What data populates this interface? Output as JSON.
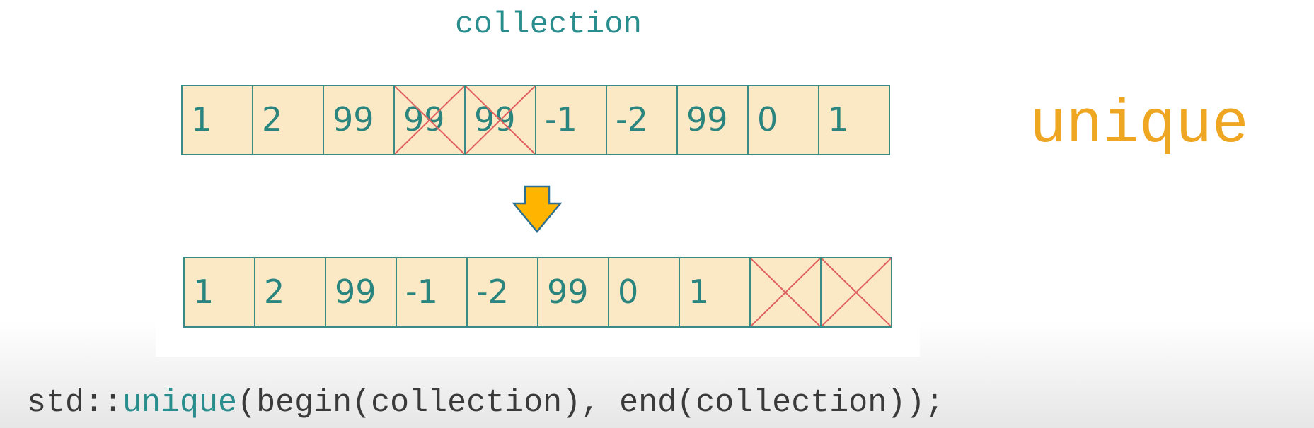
{
  "diagram": {
    "title": "collection",
    "algorithm_label": "unique",
    "before": [
      {
        "value": "1",
        "removed": false
      },
      {
        "value": "2",
        "removed": false
      },
      {
        "value": "99",
        "removed": false
      },
      {
        "value": "99",
        "removed": true
      },
      {
        "value": "99",
        "removed": true
      },
      {
        "value": "-1",
        "removed": false
      },
      {
        "value": "-2",
        "removed": false
      },
      {
        "value": "99",
        "removed": false
      },
      {
        "value": "0",
        "removed": false
      },
      {
        "value": "1",
        "removed": false
      }
    ],
    "after": [
      {
        "value": "1",
        "removed": false
      },
      {
        "value": "2",
        "removed": false
      },
      {
        "value": "99",
        "removed": false
      },
      {
        "value": "-1",
        "removed": false
      },
      {
        "value": "-2",
        "removed": false
      },
      {
        "value": "99",
        "removed": false
      },
      {
        "value": "0",
        "removed": false
      },
      {
        "value": "1",
        "removed": false
      },
      {
        "value": "",
        "removed": true
      },
      {
        "value": "",
        "removed": true
      }
    ],
    "arrow_icon": "down-arrow-icon",
    "code": {
      "prefix": "std::",
      "function": "unique",
      "args": "(begin(collection), end(collection));"
    },
    "colors": {
      "cell_fill": "#fbe9c6",
      "cell_border": "#3a8a86",
      "cell_text": "#2b857f",
      "cross": "#e0605f",
      "title": "#2a8d8d",
      "algorithm": "#efa623",
      "arrow": "#ffb400"
    }
  }
}
